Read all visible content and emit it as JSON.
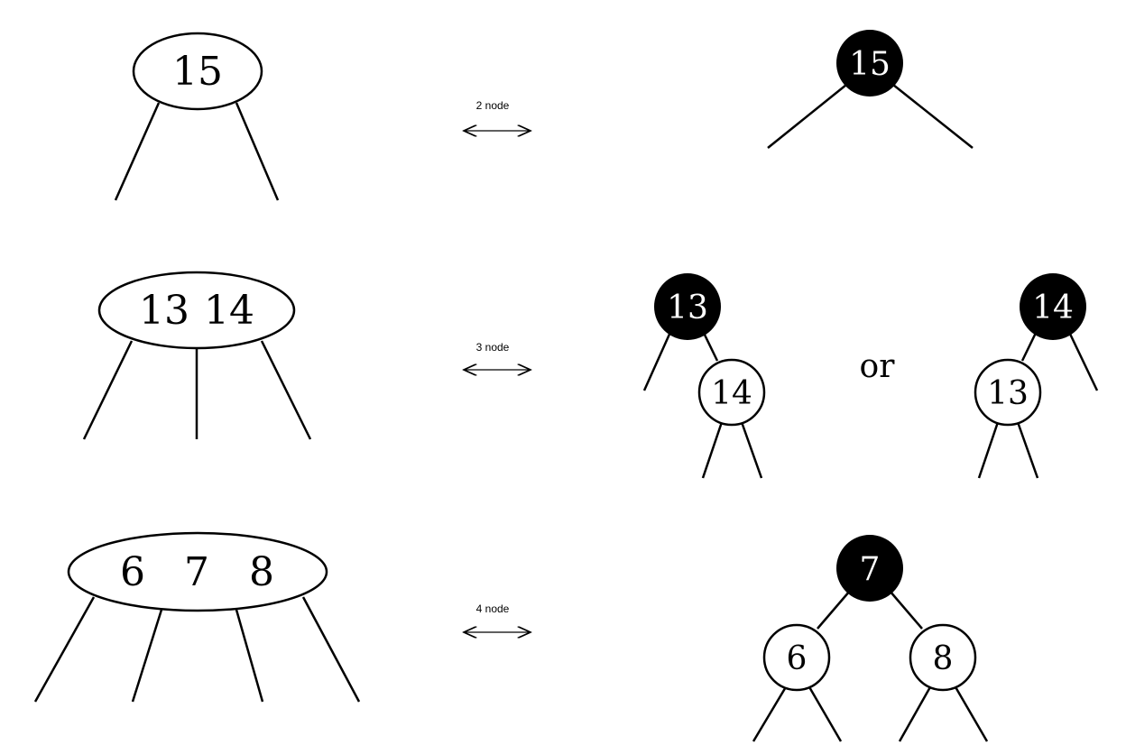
{
  "colors": {
    "black_node": "#000000",
    "red_node_drawn_as": "#ffffff",
    "line": "#000000"
  },
  "rows": [
    {
      "btree_node": {
        "keys": [
          "15"
        ]
      },
      "label": "2 node",
      "rb_tree": {
        "root": "15"
      }
    },
    {
      "btree_node": {
        "keys": [
          "13",
          "14"
        ]
      },
      "label": "3 node",
      "rb_tree_a": {
        "root": "13",
        "child": "14"
      },
      "connector": "or",
      "rb_tree_b": {
        "root": "14",
        "child": "13"
      }
    },
    {
      "btree_node": {
        "keys": [
          "6",
          "7",
          "8"
        ]
      },
      "label": "4 node",
      "rb_tree": {
        "root": "7",
        "left": "6",
        "right": "8"
      }
    }
  ]
}
